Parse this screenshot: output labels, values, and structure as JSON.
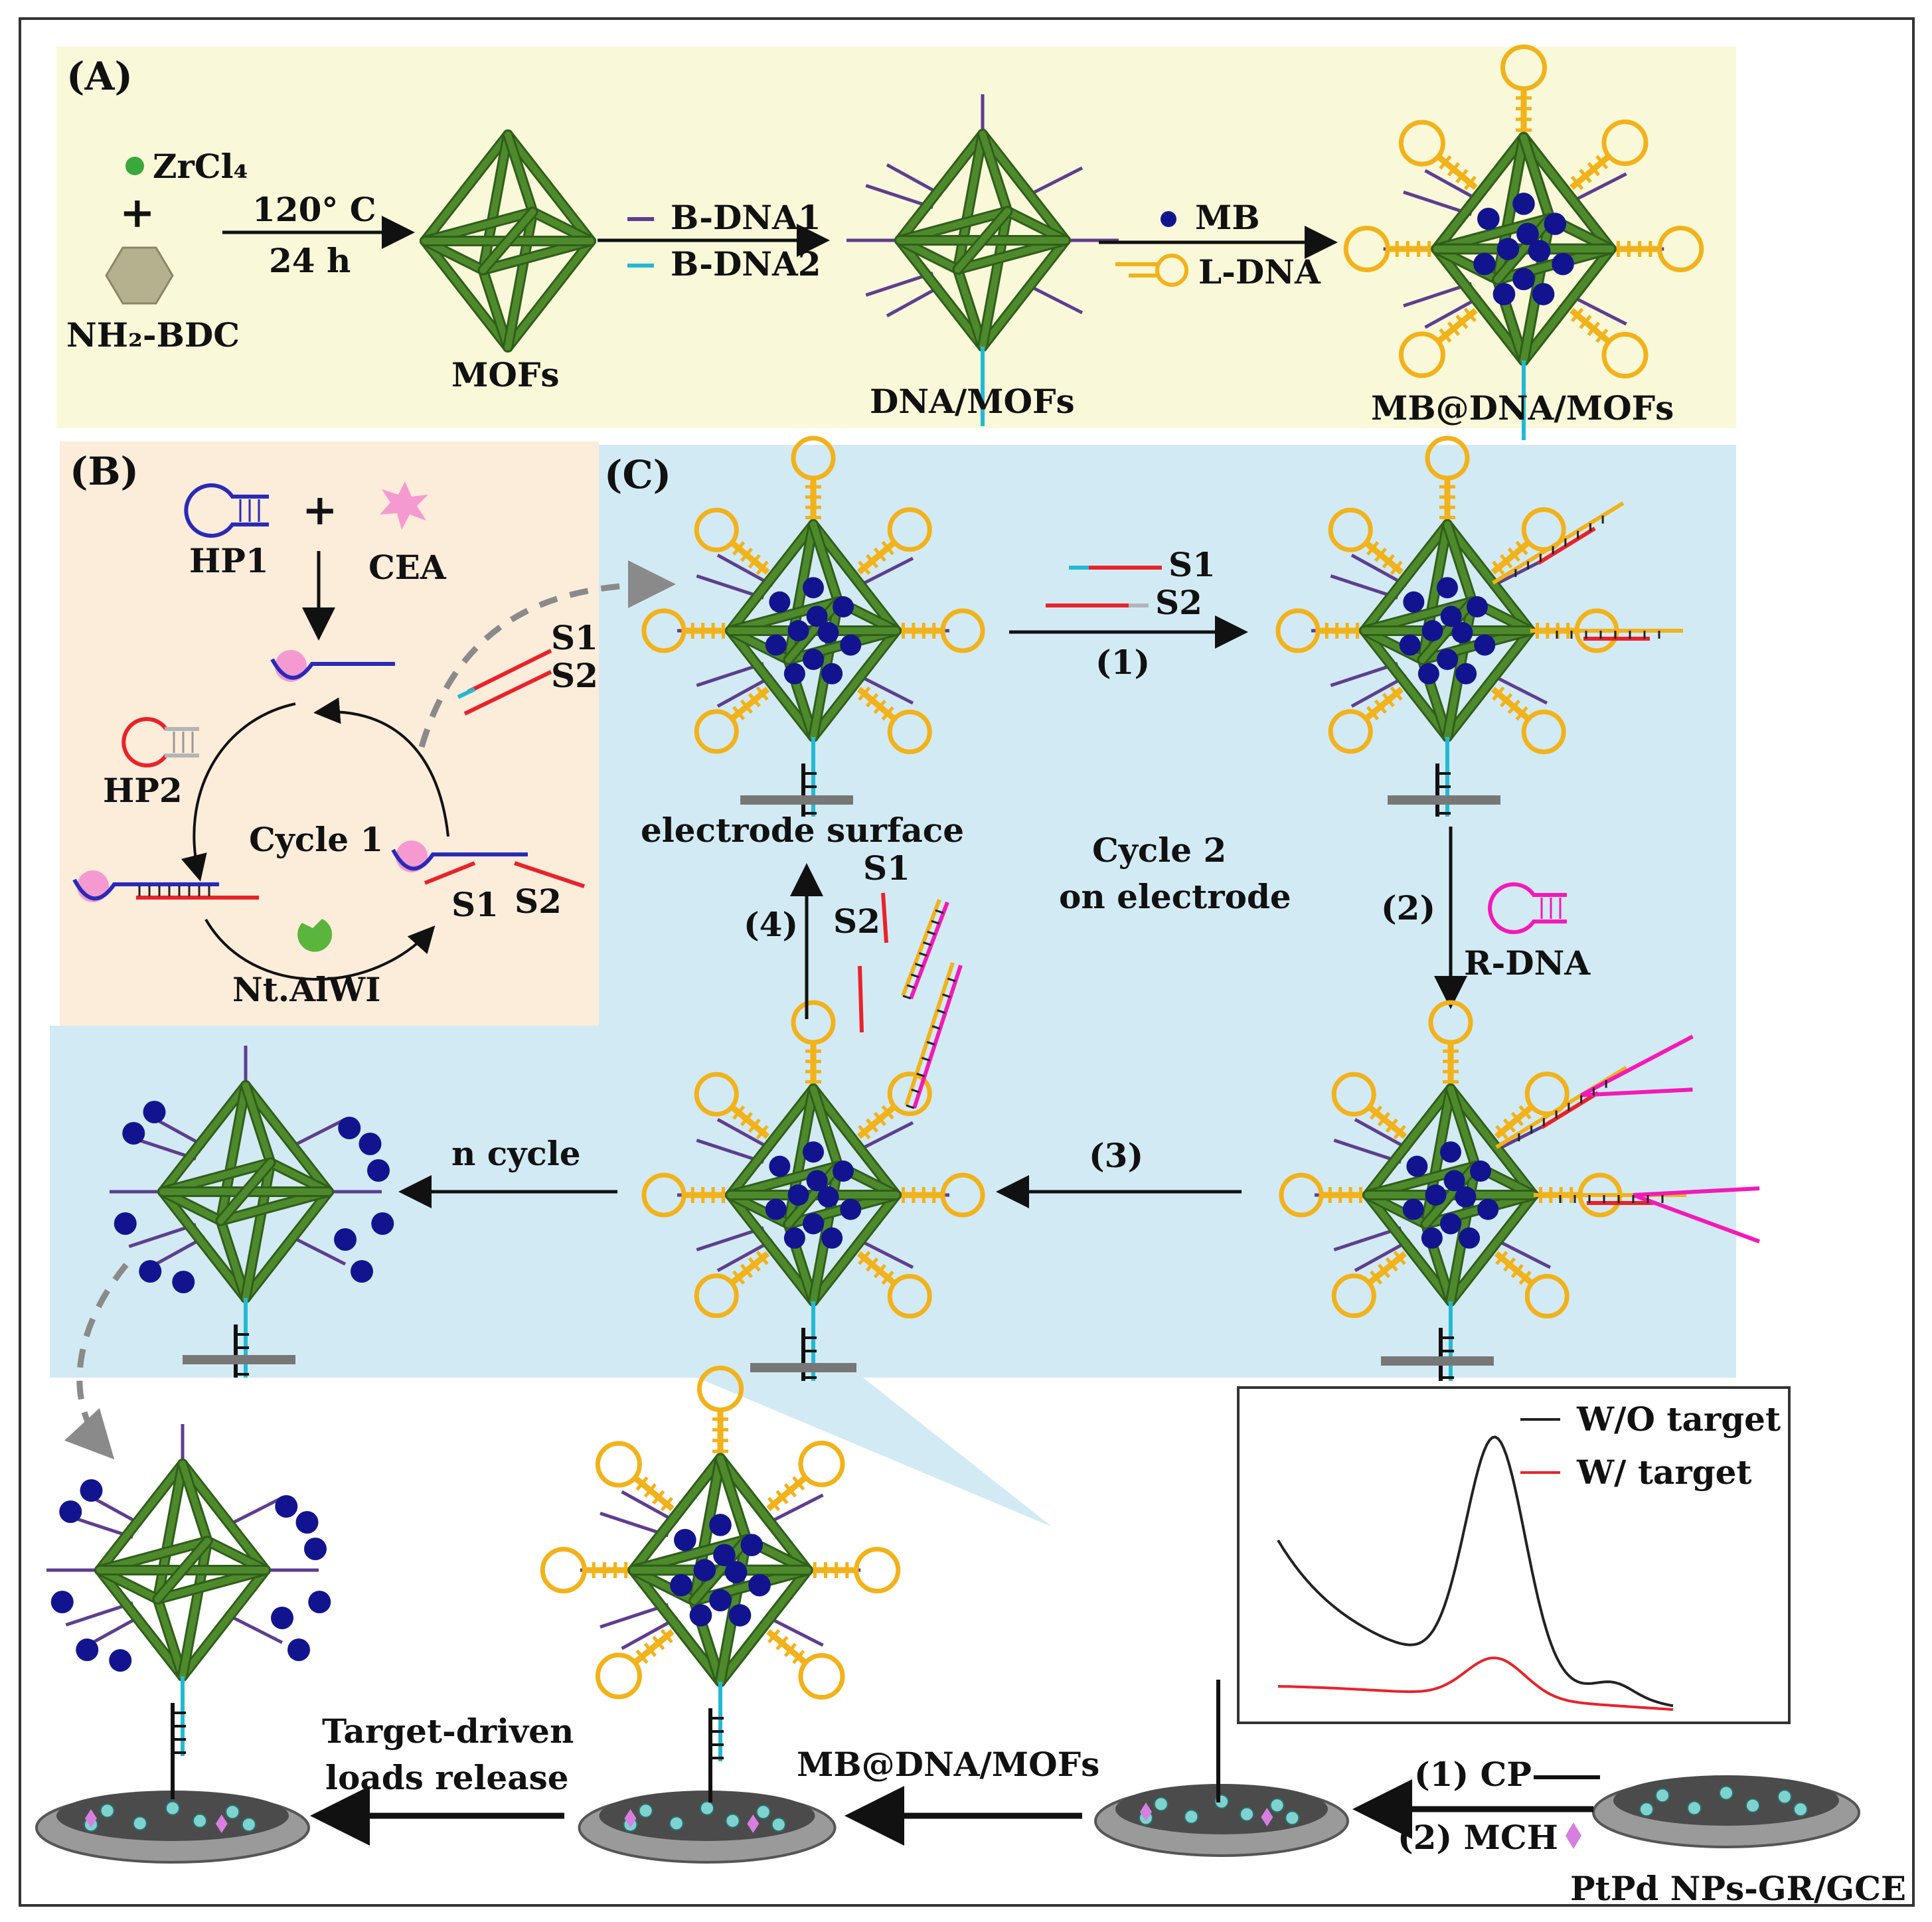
{
  "panels": {
    "a": {
      "label": "(A)",
      "zrcl4": "ZrCl₄",
      "plus": "+",
      "nh2bdc": "NH₂-BDC",
      "temp": "120° C",
      "time": "24 h",
      "mofs": "MOFs",
      "bdna1": "B-DNA1",
      "bdna2": "B-DNA2",
      "dna_mofs": "DNA/MOFs",
      "mb": "MB",
      "ldna": "L-DNA",
      "mb_dna_mofs": "MB@DNA/MOFs"
    },
    "b": {
      "label": "(B)",
      "hp1": "HP1",
      "plus": "+",
      "cea": "CEA",
      "hp2": "HP2",
      "cycle1": "Cycle 1",
      "nt": "Nt.AlWI",
      "s1": "S1",
      "s2": "S2",
      "s1_out": "S1",
      "s2_out": "S2"
    },
    "c": {
      "label": "(C)",
      "s1": "S1",
      "s2": "S2",
      "step1": "(1)",
      "step2": "(2)",
      "step3": "(3)",
      "step4": "(4)",
      "rdna": "R-DNA",
      "electrode_surface": "electrode surface",
      "cycle2_line1": "Cycle 2",
      "cycle2_line2": "on electrode",
      "ncycle": "n cycle",
      "s1_rel": "S1",
      "s2_rel": "S2"
    },
    "bottom": {
      "target_line1": "Target-driven",
      "target_line2": "loads release",
      "mb_dna_mofs": "MB@DNA/MOFs",
      "cp": "(1) CP",
      "mch": "(2) MCH",
      "electrode": "PtPd NPs-GR/GCE"
    }
  },
  "chart_data": {
    "type": "line",
    "title": "",
    "xlabel": "",
    "ylabel": "",
    "legend_placement": "top-right",
    "series": [
      {
        "name": "W/O target",
        "color": "#222222"
      },
      {
        "name": "W/ target",
        "color": "#e8232a"
      }
    ]
  },
  "colors": {
    "panel_a_bg": "#f9f8d9",
    "panel_b_bg": "#fcecda",
    "panel_c_bg": "#d2eaf4",
    "mof_green": "#4e8a2c",
    "mb_blue": "#12148f",
    "ldna_gold": "#f2b21a",
    "bdna_purple": "#5e3e8f",
    "bdna2_cyan": "#22b9d3",
    "s_red": "#e8232a",
    "rdna_pink": "#f21ab8",
    "hp1_blue": "#2a2ab8",
    "cea_pink": "#f59ad0",
    "nt_green": "#5ab53c"
  }
}
